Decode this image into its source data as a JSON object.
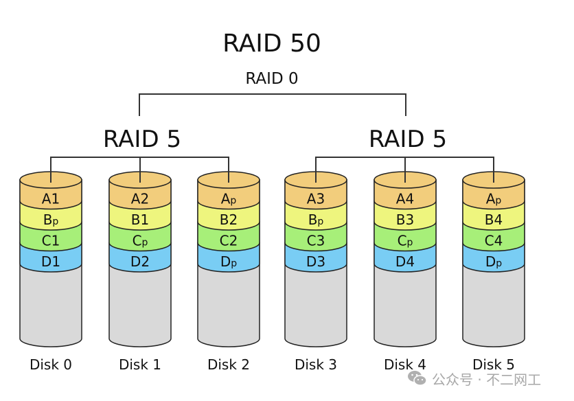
{
  "title": "RAID 50",
  "top_level": "RAID 0",
  "groups": [
    {
      "label": "RAID 5",
      "disks": [
        0,
        1,
        2
      ]
    },
    {
      "label": "RAID 5",
      "disks": [
        3,
        4,
        5
      ]
    }
  ],
  "stripe_colors": {
    "A": "#f2cd7c",
    "B": "#eef57e",
    "C": "#a7ef79",
    "D": "#79cdf4",
    "empty": "#d9d9d9"
  },
  "disks": [
    {
      "name": "Disk 0",
      "blocks": [
        {
          "base": "A",
          "sub": "1"
        },
        {
          "base": "B",
          "sub": "p"
        },
        {
          "base": "C",
          "sub": "1"
        },
        {
          "base": "D",
          "sub": "1"
        }
      ]
    },
    {
      "name": "Disk 1",
      "blocks": [
        {
          "base": "A",
          "sub": "2"
        },
        {
          "base": "B",
          "sub": "1"
        },
        {
          "base": "C",
          "sub": "p"
        },
        {
          "base": "D",
          "sub": "2"
        }
      ]
    },
    {
      "name": "Disk 2",
      "blocks": [
        {
          "base": "A",
          "sub": "p"
        },
        {
          "base": "B",
          "sub": "2"
        },
        {
          "base": "C",
          "sub": "2"
        },
        {
          "base": "D",
          "sub": "p"
        }
      ]
    },
    {
      "name": "Disk 3",
      "blocks": [
        {
          "base": "A",
          "sub": "3"
        },
        {
          "base": "B",
          "sub": "p"
        },
        {
          "base": "C",
          "sub": "3"
        },
        {
          "base": "D",
          "sub": "3"
        }
      ]
    },
    {
      "name": "Disk 4",
      "blocks": [
        {
          "base": "A",
          "sub": "4"
        },
        {
          "base": "B",
          "sub": "3"
        },
        {
          "base": "C",
          "sub": "p"
        },
        {
          "base": "D",
          "sub": "4"
        }
      ]
    },
    {
      "name": "Disk 5",
      "blocks": [
        {
          "base": "A",
          "sub": "p"
        },
        {
          "base": "B",
          "sub": "4"
        },
        {
          "base": "C",
          "sub": "4"
        },
        {
          "base": "D",
          "sub": "p"
        }
      ]
    }
  ],
  "watermark": {
    "icon": "wechat-icon",
    "text": "公众号 · 不二网工"
  }
}
